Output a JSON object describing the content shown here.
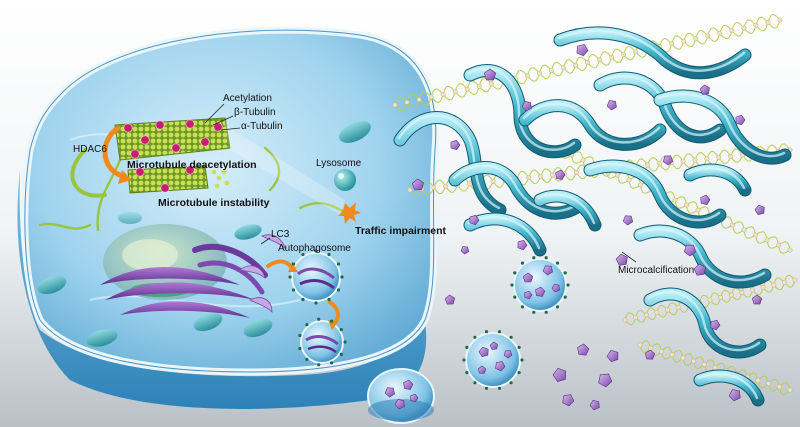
{
  "labels": {
    "acetylation": "Acetylation",
    "beta_tubulin": "β-Tubulin",
    "alpha_tubulin": "α-Tubulin",
    "hdac6": "HDAC6",
    "deacetylation": "Microtubule deacetylation",
    "instability": "Microtubule instability",
    "lysosome": "Lysosome",
    "traffic": "Traffic impairment",
    "lc3": "LC3",
    "autophagosome": "Autophagosome",
    "microcalcification": "Microcalcification"
  },
  "colors": {
    "cytoplasm": "#9fd3ee",
    "membrane": "#e9f6fb",
    "microtubule": "#8fb83a",
    "acetyl_bead": "#c81e6e",
    "fiber": "#3fb3c9",
    "crystal": "#9a6bc2",
    "arrow": "#f08a1c"
  }
}
